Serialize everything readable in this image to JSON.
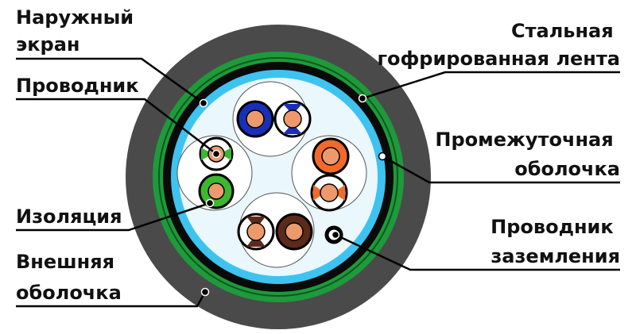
{
  "labels": {
    "outer_screen": [
      "Наружный",
      "экран"
    ],
    "conductor": [
      "Проводник"
    ],
    "insulation": [
      "Изоляция"
    ],
    "outer_sheath": [
      "Внешняя",
      "оболочка"
    ],
    "steel_tape": [
      "Стальная",
      "гофрированная лента"
    ],
    "intermediate_sheath": [
      "Промежуточная",
      "оболочка"
    ],
    "ground_conductor": [
      "Проводник",
      "заземления"
    ]
  },
  "colors": {
    "outer_sheath": "#4a4a4a",
    "steel_tape": "#1e9a3a",
    "outer_screen": "#0a0a0a",
    "intermediate_sheath": "#3ec3f0",
    "core_fill": "#eaf7fd",
    "copper": "#ec9a6c",
    "pair_blue": "#1a2fb8",
    "pair_orange": "#f26a2a",
    "pair_green": "#3cb82e",
    "pair_brown": "#5c2a1a"
  }
}
